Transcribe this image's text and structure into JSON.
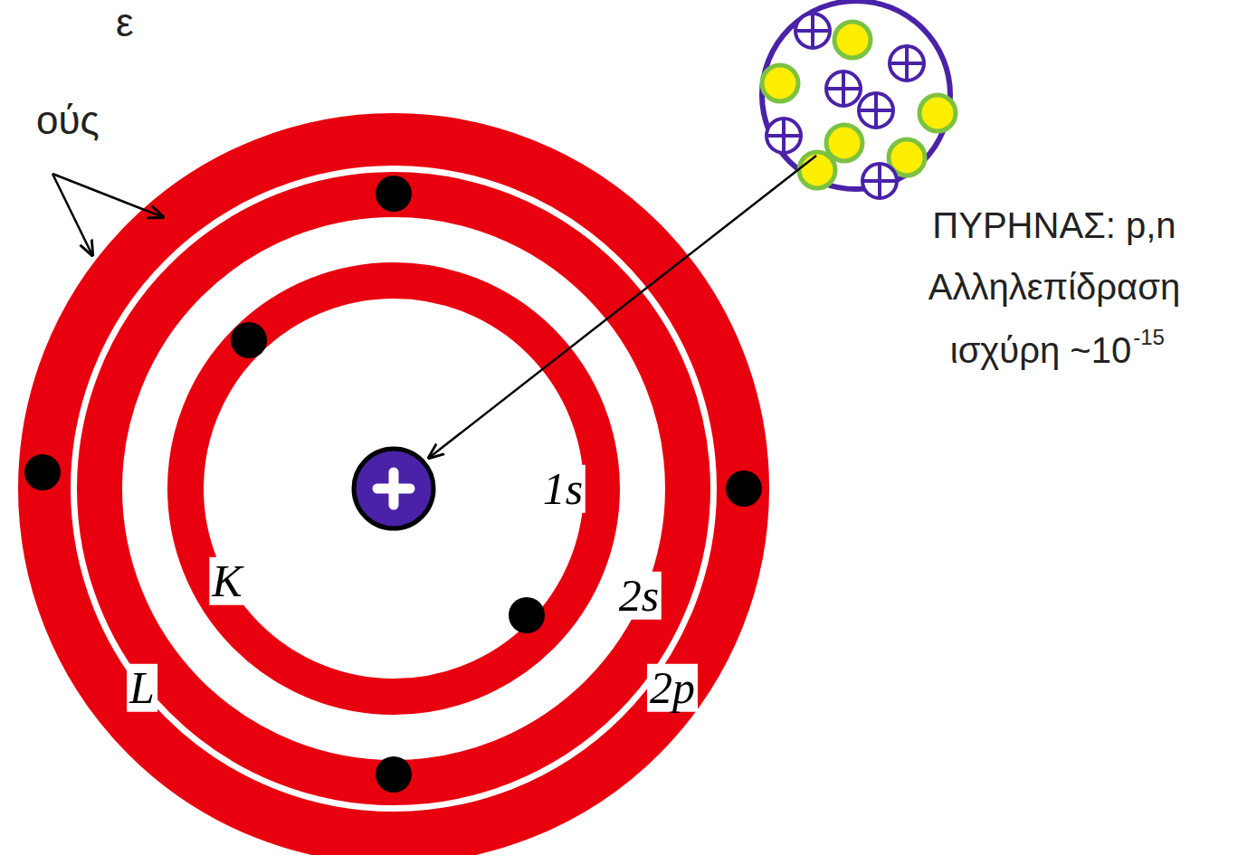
{
  "diagram": {
    "labels": [
      "ε",
      "ούς",
      "1s",
      "K",
      "2s",
      "2p",
      "L",
      "ΠΥΡΗΝΑΣ: p,n",
      "Αλληλεπίδραση",
      "ισχύρη ~10",
      "-15"
    ]
  }
}
